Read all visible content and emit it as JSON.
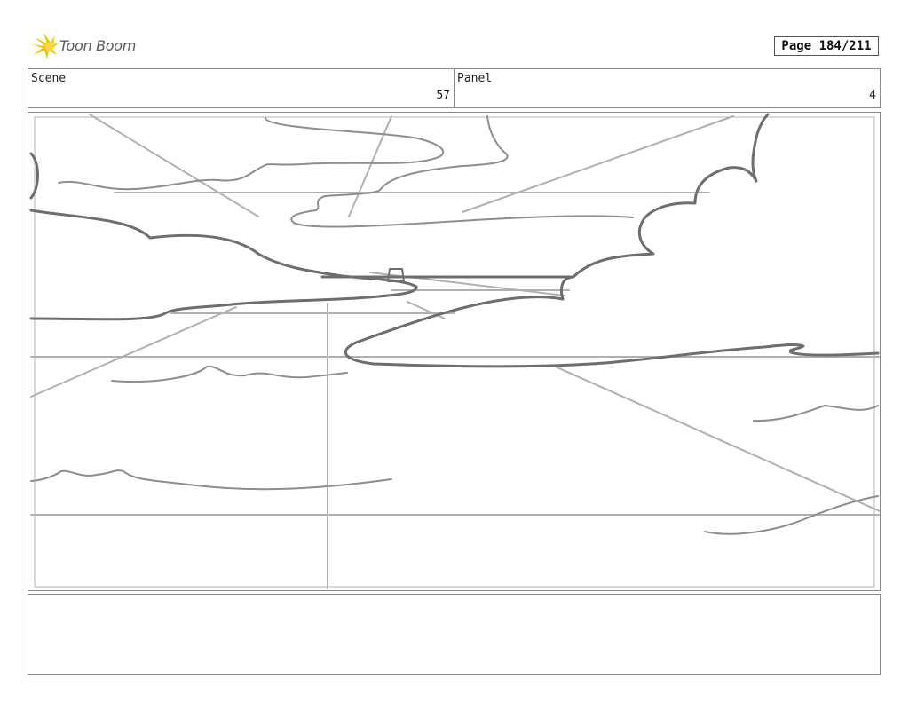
{
  "header": {
    "logo_text": "Toon Boom",
    "logo_icon": "starburst-logo-icon",
    "page_label": "Page 184/211"
  },
  "scene": {
    "label": "Scene",
    "value": "57"
  },
  "panel": {
    "label": "Panel",
    "value": "4"
  },
  "notes": {
    "text": ""
  },
  "colors": {
    "logo_yellow": "#f5c400",
    "sketch_dark": "#6e6e6e",
    "sketch_light": "#b0b0b0",
    "border": "#8a8a8a"
  }
}
